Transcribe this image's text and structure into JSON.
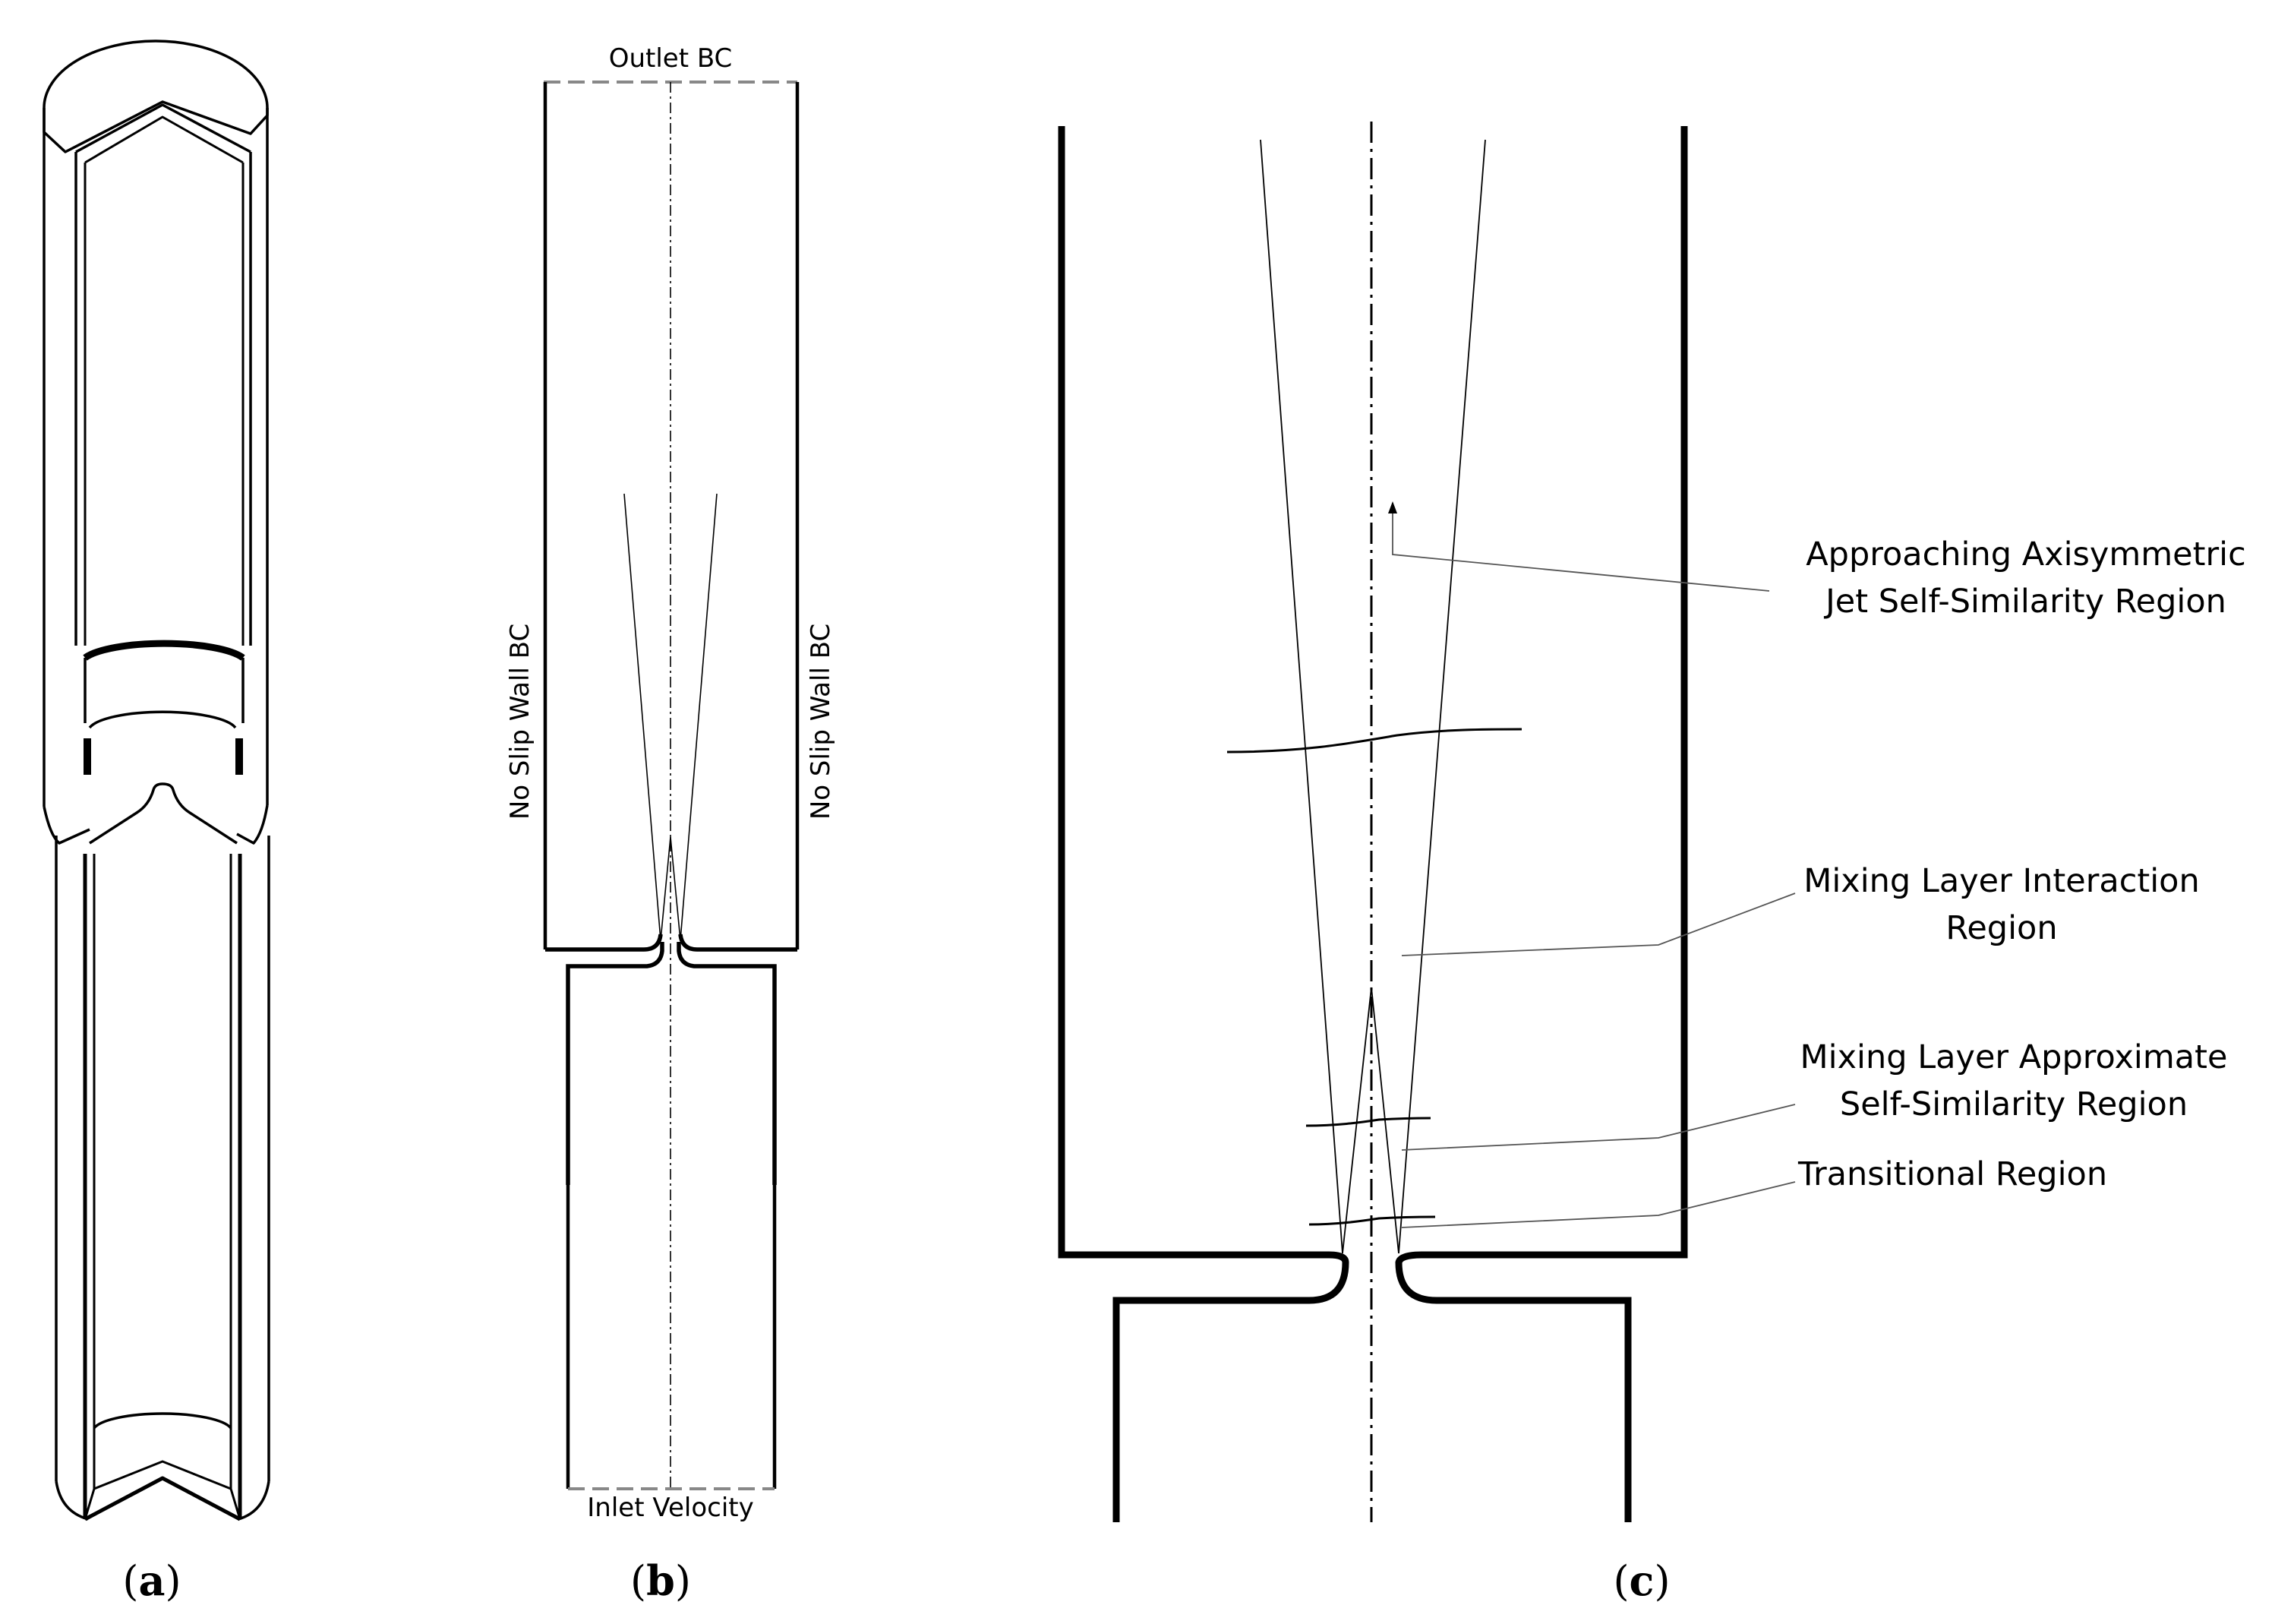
{
  "panel_a": {
    "caption_open": "(",
    "caption_letter": "a",
    "caption_close": ")"
  },
  "panel_b": {
    "outlet_label": "Outlet BC",
    "inlet_label": "Inlet Velocity",
    "left_wall_label": "No Slip Wall BC",
    "right_wall_label": "No Slip Wall BC",
    "caption_open": "(",
    "caption_letter": "b",
    "caption_close": ")"
  },
  "panel_c": {
    "region_self_similarity_line1": "Approaching Axisymmetric",
    "region_self_similarity_line2": "Jet Self-Similarity Region",
    "region_interaction_line1": "Mixing Layer Interaction",
    "region_interaction_line2": "Region",
    "region_mixing_line1": "Mixing Layer Approximate",
    "region_mixing_line2": "Self-Similarity Region",
    "region_transitional": "Transitional Region",
    "caption_open": "(",
    "caption_letter": "c",
    "caption_close": ")"
  }
}
